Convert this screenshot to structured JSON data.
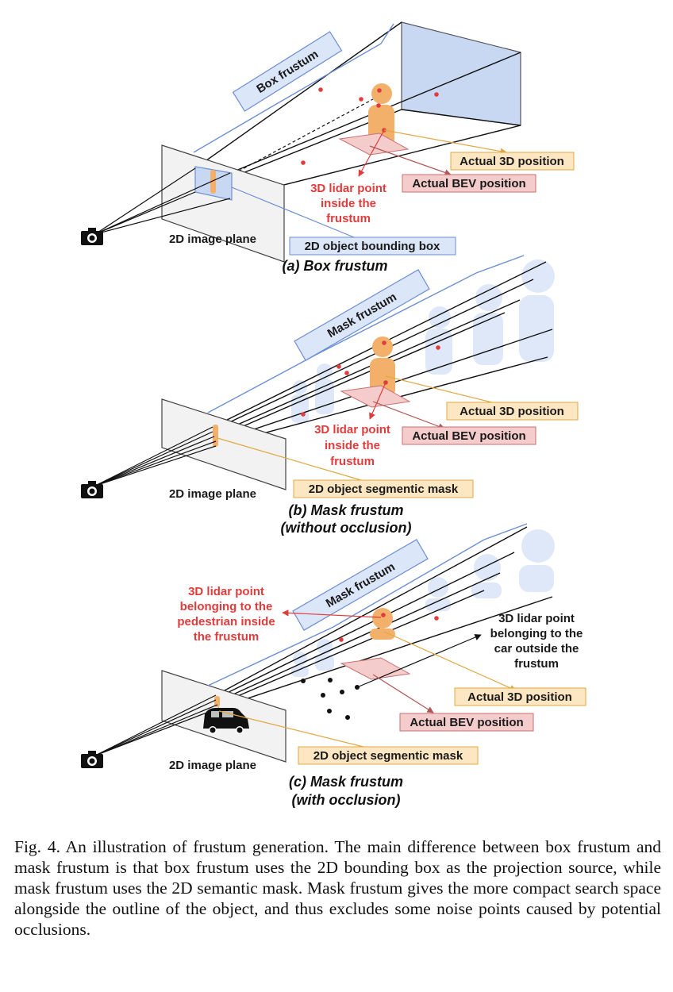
{
  "panels": [
    {
      "id": "a",
      "frustum_label": "Box frustum",
      "label_3d": "Actual 3D position",
      "label_bev": "Actual BEV position",
      "lidar_note": [
        "3D lidar point",
        "inside the",
        "frustum"
      ],
      "image_plane": "2D image plane",
      "source_label": "2D object bounding box",
      "caption": [
        "(a) Box frustum"
      ]
    },
    {
      "id": "b",
      "frustum_label": "Mask frustum",
      "label_3d": "Actual 3D position",
      "label_bev": "Actual BEV position",
      "lidar_note": [
        "3D lidar point",
        "inside the",
        "frustum"
      ],
      "image_plane": "2D image plane",
      "source_label": "2D object segmentic mask",
      "caption": [
        "(b) Mask frustum",
        "(without occlusion)"
      ]
    },
    {
      "id": "c",
      "frustum_label": "Mask frustum",
      "label_3d": "Actual 3D position",
      "label_bev": "Actual BEV position",
      "ped_note": [
        "3D lidar point",
        "belonging to the",
        "pedestrian inside",
        "the frustum"
      ],
      "car_note": [
        "3D lidar point",
        "belonging to the",
        "car outside the",
        "frustum"
      ],
      "image_plane": "2D image plane",
      "source_label": "2D object segmentic mask",
      "caption": [
        "(c) Mask frustum",
        "(with occlusion)"
      ]
    }
  ],
  "figure_caption": "Fig. 4.   An illustration of frustum generation. The main difference between box frustum and mask frustum is that box frustum uses the 2D bounding box as the projection source, while mask frustum uses the 2D semantic mask. Mask frustum gives the more compact search space alongside the outline of the object, and thus excludes some noise points caused by potential occlusions.",
  "colors": {
    "box_label_fill": "#dbe6f8",
    "box_label_stroke": "#6d8fd3",
    "pos3d_fill": "#fde7c3",
    "pos3d_stroke": "#e0a843",
    "bev_fill": "#f5cccc",
    "bev_stroke": "#c97070",
    "pedestrian": "#f2b06a",
    "lidar_red": "#e03c3c",
    "ghost_blue": "#dfe8f8"
  }
}
